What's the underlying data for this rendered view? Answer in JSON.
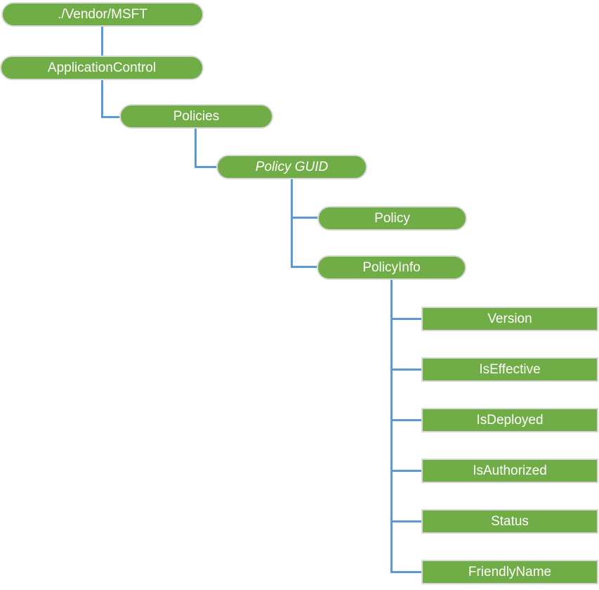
{
  "diagram": {
    "colors": {
      "node_fill": "#70AD47",
      "node_border": "#D9D9D9",
      "node_text": "#FFFFFF",
      "connector": "#5B9BD5",
      "background": "#FFFFFF"
    },
    "nodes": [
      {
        "id": "vendor-msft",
        "label": "./Vendor/MSFT",
        "shape": "pill",
        "italic": false
      },
      {
        "id": "application-control",
        "label": "ApplicationControl",
        "shape": "pill",
        "italic": false
      },
      {
        "id": "policies",
        "label": "Policies",
        "shape": "pill",
        "italic": false
      },
      {
        "id": "policy-guid",
        "label": "Policy GUID",
        "shape": "pill",
        "italic": true
      },
      {
        "id": "policy",
        "label": "Policy",
        "shape": "pill",
        "italic": false
      },
      {
        "id": "policy-info",
        "label": "PolicyInfo",
        "shape": "pill",
        "italic": false
      },
      {
        "id": "version",
        "label": "Version",
        "shape": "rect",
        "italic": false
      },
      {
        "id": "is-effective",
        "label": "IsEffective",
        "shape": "rect",
        "italic": false
      },
      {
        "id": "is-deployed",
        "label": "IsDeployed",
        "shape": "rect",
        "italic": false
      },
      {
        "id": "is-authorized",
        "label": "IsAuthorized",
        "shape": "rect",
        "italic": false
      },
      {
        "id": "status",
        "label": "Status",
        "shape": "rect",
        "italic": false
      },
      {
        "id": "friendly-name",
        "label": "FriendlyName",
        "shape": "rect",
        "italic": false
      }
    ],
    "edges": [
      {
        "from": "vendor-msft",
        "to": "application-control"
      },
      {
        "from": "application-control",
        "to": "policies"
      },
      {
        "from": "policies",
        "to": "policy-guid"
      },
      {
        "from": "policy-guid",
        "to": "policy"
      },
      {
        "from": "policy-guid",
        "to": "policy-info"
      },
      {
        "from": "policy-info",
        "to": "version"
      },
      {
        "from": "policy-info",
        "to": "is-effective"
      },
      {
        "from": "policy-info",
        "to": "is-deployed"
      },
      {
        "from": "policy-info",
        "to": "is-authorized"
      },
      {
        "from": "policy-info",
        "to": "status"
      },
      {
        "from": "policy-info",
        "to": "friendly-name"
      }
    ]
  }
}
